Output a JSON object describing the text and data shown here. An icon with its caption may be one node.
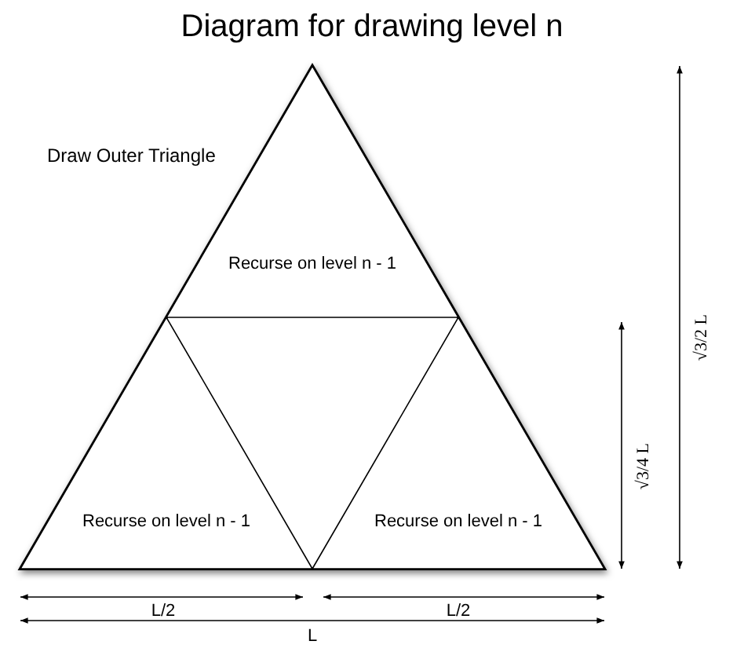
{
  "diagram": {
    "title": "Diagram for drawing level n",
    "nodes": [
      {
        "text": [
          "Draw Outer Triangle"
        ]
      },
      {
        "text": [
          "Recurse on level n - 1"
        ],
        "in": 0
      },
      {
        "text": [
          "Recurse on level n - 1"
        ],
        "in": 0
      },
      {
        "text": [
          "Recurse on level n - 1"
        ],
        "in": 0
      }
    ],
    "labels": [
      "√3/2 L",
      "√3/4 L",
      "L/2",
      "L/2",
      "L"
    ]
  }
}
